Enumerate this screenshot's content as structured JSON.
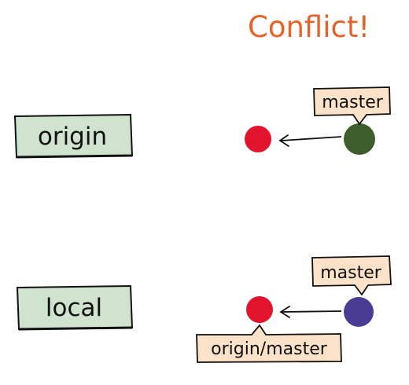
{
  "title": "Conflict!",
  "colors": {
    "title": "#e8622a",
    "repo_box_fill": "#cfe3cf",
    "tag_fill": "#fbe2c9",
    "ink": "#111111",
    "commit_red": "#e2142d",
    "commit_green": "#3d5e2a",
    "commit_purple": "#4a3c93"
  },
  "repos": [
    {
      "label": "origin",
      "commits": [
        {
          "color_key": "commit_red",
          "icon": "commit-circle"
        },
        {
          "color_key": "commit_green",
          "icon": "commit-circle"
        }
      ],
      "tags": [
        "master"
      ]
    },
    {
      "label": "local",
      "commits": [
        {
          "color_key": "commit_red",
          "icon": "commit-circle"
        },
        {
          "color_key": "commit_purple",
          "icon": "commit-circle"
        }
      ],
      "tags": [
        "master",
        "origin/master"
      ]
    }
  ]
}
